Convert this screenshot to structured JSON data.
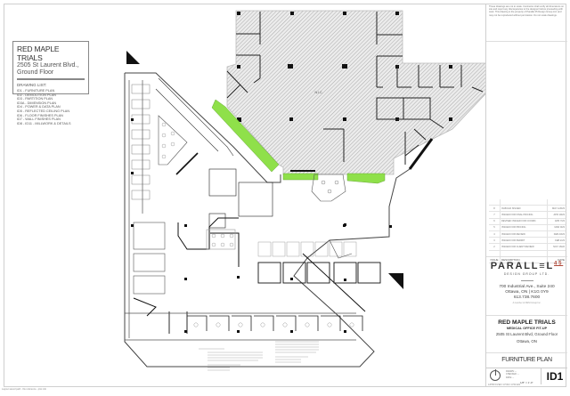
{
  "project_box": {
    "title": "RED MAPLE TRIALS",
    "address_line1": "2505 St Laurent Blvd.,",
    "address_line2": "Ground Floor",
    "drawing_list_label": "DRAWING LIST:",
    "drawing_list": [
      "ID1 - FURNITURE PLAN",
      "ID2 - DEMOLITION PLAN",
      "ID3 - PARTITION PLAN",
      "ID3A - DIMENSION PLAN",
      "ID4 - POWER & DATA PLAN",
      "ID5 - REFLECTED CEILING PLAN",
      "ID6 - FLOOR FINISHES PLAN",
      "ID7 - WALL FINISHES PLAN",
      "ID8 - ID11 - MILLWORK & DETAILS"
    ]
  },
  "plan": {
    "nic_label": "N.I.C.",
    "colors": {
      "hatch": "#9a9a9a",
      "wall": "#111111",
      "planter": "#8fe04a",
      "line": "#555555"
    }
  },
  "title_block": {
    "general_notes": "These drawings are not to scale. Contractor shall verify all dimensions on site and report any discrepancies to the designer before proceeding with work. This drawing is the property of Parallel 45 Design Group Ltd. and may not be reproduced without permission. Do not scale drawings.",
    "revisions": [
      {
        "no": "8",
        "description": "IN-BUILD ISSUED",
        "date": "MAY 1/2023"
      },
      {
        "no": "7",
        "description": "ISSUED FOR FINAL PRICING",
        "date": "APR 19/23"
      },
      {
        "no": "6",
        "description": "REVISED ISSUED FOR COORD.",
        "date": "APR 7/23"
      },
      {
        "no": "5",
        "description": "ISSUED FOR PRICING",
        "date": "MAR 9/23"
      },
      {
        "no": "4",
        "description": "ISSUED FOR REVIEW",
        "date": "FEB 23/23"
      },
      {
        "no": "3",
        "description": "ISSUED FOR PERMIT",
        "date": "FEB 2/23"
      },
      {
        "no": "2",
        "description": "ISSUED FOR CLIENT REVIEW",
        "date": "NOV 16/22"
      }
    ],
    "revisions_header": {
      "no": "ISSUE",
      "description": "DESCRIPTION",
      "date": "DATE"
    },
    "firm": {
      "name": "PARALL≡L",
      "superscript": "45",
      "subtitle": "DESIGN GROUP LTD.",
      "address_line1": "700 Industrial Ave., Suite 240",
      "address_line2": "Ottawa, ON | K1G 0Y9",
      "phone": "613.738.7600",
      "tagline": "A member of AMSI Group Inc."
    },
    "project": {
      "title": "RED MAPLE TRIALS",
      "subtitle": "MEDICAL OFFICE FIT-UP",
      "address_line1": "2505 St Laurent Blvd, Ground Floor",
      "address_line2": "Ottawa, ON"
    },
    "sheet_title": "FURNITURE PLAN",
    "meta": [
      "DRAWN: --",
      "CHECKED: --",
      "DATE: --",
      "SCALE: --"
    ],
    "scale": "1/8\" = 1'-0\"",
    "sheet_no": "ID1",
    "signoff": "APPROVED    CHKD    CHK/EN"
  },
  "footer_note": "Layout saved path - file reference - plot info"
}
